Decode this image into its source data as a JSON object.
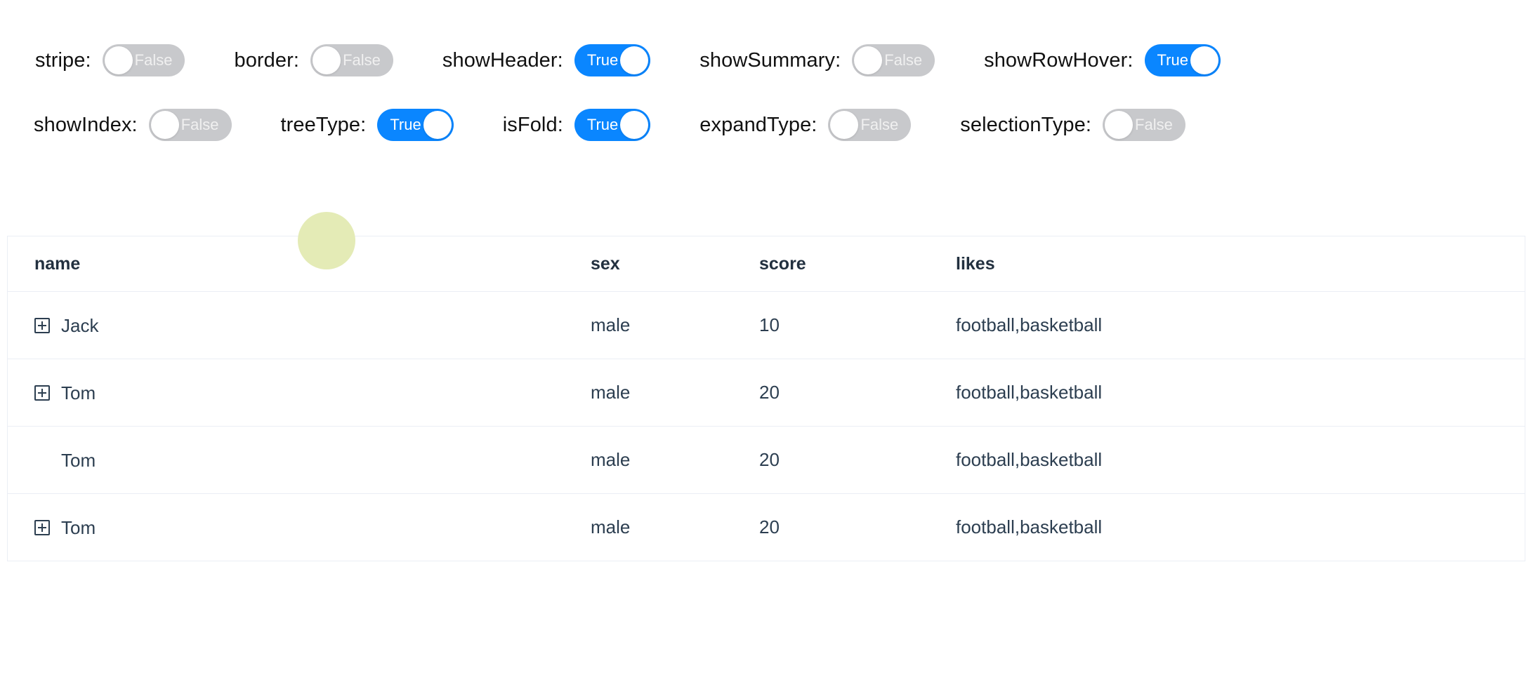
{
  "controls": {
    "rows": [
      [
        {
          "label": "stripe:",
          "value": "False",
          "on": false
        },
        {
          "label": "border:",
          "value": "False",
          "on": false
        },
        {
          "label": "showHeader:",
          "value": "True",
          "on": true
        },
        {
          "label": "showSummary:",
          "value": "False",
          "on": false
        },
        {
          "label": "showRowHover:",
          "value": "True",
          "on": true
        }
      ],
      [
        {
          "label": "showIndex:",
          "value": "False",
          "on": false
        },
        {
          "label": "treeType:",
          "value": "True",
          "on": true
        },
        {
          "label": "isFold:",
          "value": "True",
          "on": true
        },
        {
          "label": "expandType:",
          "value": "False",
          "on": false
        },
        {
          "label": "selectionType:",
          "value": "False",
          "on": false
        }
      ]
    ]
  },
  "table": {
    "columns": [
      "name",
      "sex",
      "score",
      "likes"
    ],
    "rows": [
      {
        "expandable": true,
        "name": "Jack",
        "sex": "male",
        "score": "10",
        "likes": "football,basketball"
      },
      {
        "expandable": true,
        "name": "Tom",
        "sex": "male",
        "score": "20",
        "likes": "football,basketball"
      },
      {
        "expandable": false,
        "name": "Tom",
        "sex": "male",
        "score": "20",
        "likes": "football,basketball"
      },
      {
        "expandable": true,
        "name": "Tom",
        "sex": "male",
        "score": "20",
        "likes": "football,basketball"
      }
    ]
  },
  "colors": {
    "switch_on": "#0a86ff",
    "switch_off": "#c8c9cc",
    "border": "#ebeef5",
    "text": "#2c3e50",
    "cursor_highlight": "#e4ebb6"
  }
}
